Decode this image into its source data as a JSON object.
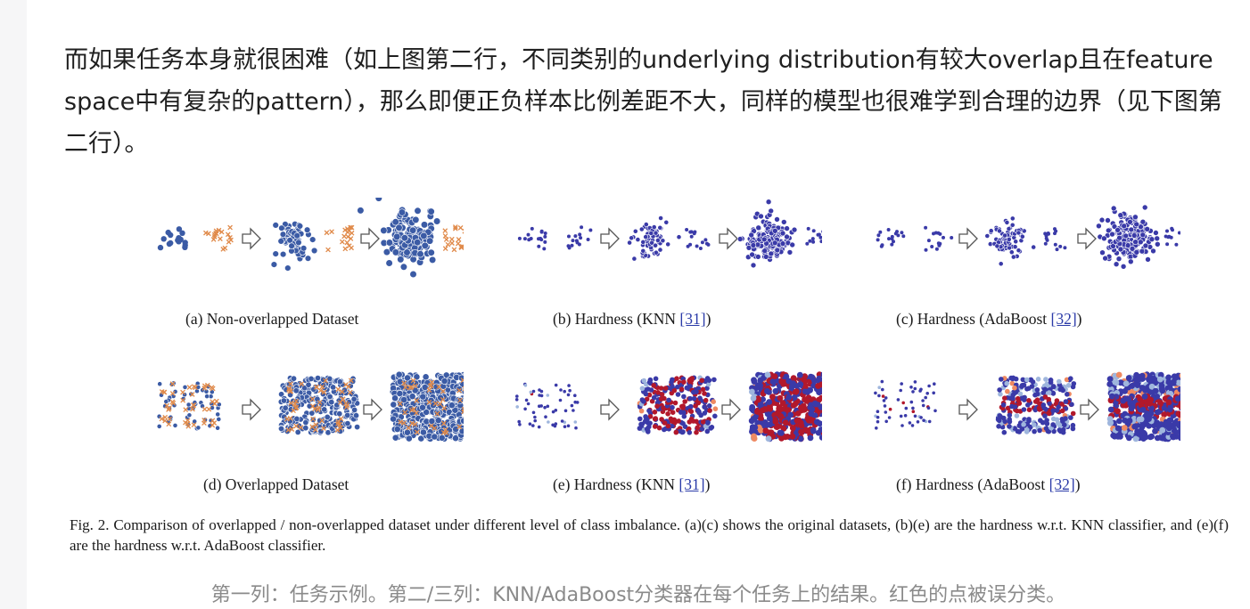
{
  "article": {
    "paragraph": "而如果任务本身就很困难（如上图第二行，不同类别的underlying distribution有较大overlap且在feature space中有复杂的pattern），那么即便正负样本比例差距不大，同样的模型也很难学到合理的边界（见下图第二行）。"
  },
  "figure": {
    "panels": [
      {
        "prefix": "(a) Non-overlapped Dataset",
        "ref": "",
        "suffix": "",
        "row": 0,
        "col": 0,
        "kind": "dataset"
      },
      {
        "prefix": "(b) Hardness (KNN ",
        "ref": "[31]",
        "suffix": ")",
        "row": 0,
        "col": 1,
        "kind": "hardness"
      },
      {
        "prefix": "(c) Hardness (AdaBoost ",
        "ref": "[32]",
        "suffix": ")",
        "row": 0,
        "col": 2,
        "kind": "hardness"
      },
      {
        "prefix": "(d) Overlapped Dataset",
        "ref": "",
        "suffix": "",
        "row": 1,
        "col": 0,
        "kind": "dataset"
      },
      {
        "prefix": "(e) Hardness (KNN ",
        "ref": "[31]",
        "suffix": ")",
        "row": 1,
        "col": 1,
        "kind": "hardness-knn"
      },
      {
        "prefix": "(f) Hardness (AdaBoost ",
        "ref": "[32]",
        "suffix": ")",
        "row": 1,
        "col": 2,
        "kind": "hardness-ada"
      }
    ],
    "caption": "Fig. 2.  Comparison of overlapped / non-overlapped dataset under different level of class imbalance. (a)(c) shows the original datasets, (b)(e) are the hardness w.r.t. KNN classifier, and (e)(f) are the hardness w.r.t. AdaBoost classifier.",
    "colors": {
      "majority": "#3b5ba5",
      "minority": "#e08a4a",
      "hard": "#b2182b",
      "mid": "#ef8a62",
      "light": "#9fb6dd",
      "easy": "#3a3aa8"
    },
    "arrow_icon": "hollow-right-arrow-icon"
  },
  "subcaption": "第一列：任务示例。第二/三列：KNN/AdaBoost分类器在每个任务上的结果。红色的点被误分类。"
}
